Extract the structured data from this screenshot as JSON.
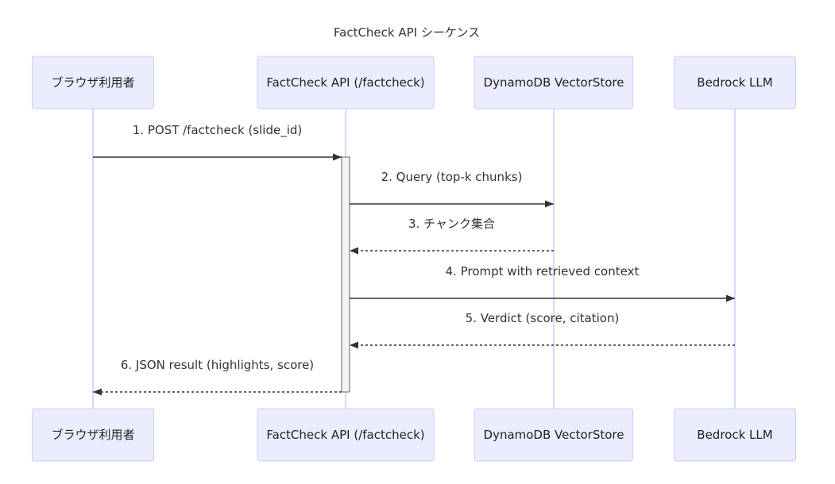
{
  "title": "FactCheck API シーケンス",
  "actors": [
    {
      "id": "user",
      "label": "ブラウザ利用者"
    },
    {
      "id": "api",
      "label": "FactCheck API (/factcheck)"
    },
    {
      "id": "db",
      "label": "DynamoDB VectorStore"
    },
    {
      "id": "llm",
      "label": "Bedrock LLM"
    }
  ],
  "messages": [
    {
      "from": "user",
      "to": "api",
      "label": "1. POST /factcheck (slide_id)",
      "style": "solid"
    },
    {
      "from": "api",
      "to": "db",
      "label": "2. Query (top-k chunks)",
      "style": "solid"
    },
    {
      "from": "db",
      "to": "api",
      "label": "3. チャンク集合",
      "style": "dashed"
    },
    {
      "from": "api",
      "to": "llm",
      "label": "4. Prompt with retrieved context",
      "style": "solid"
    },
    {
      "from": "llm",
      "to": "api",
      "label": "5. Verdict (score, citation)",
      "style": "dashed"
    },
    {
      "from": "api",
      "to": "user",
      "label": "6. JSON result (highlights, score)",
      "style": "dashed"
    }
  ],
  "activation": {
    "actor": "api",
    "from_message": 1,
    "to_message": 6
  },
  "colors": {
    "actor_fill": "#ECECFF",
    "actor_stroke": "#CCCCFF",
    "lifeline": "#CCCCFF",
    "arrow": "#333333",
    "activation_fill": "#F4F4F4",
    "activation_stroke": "#666666"
  }
}
